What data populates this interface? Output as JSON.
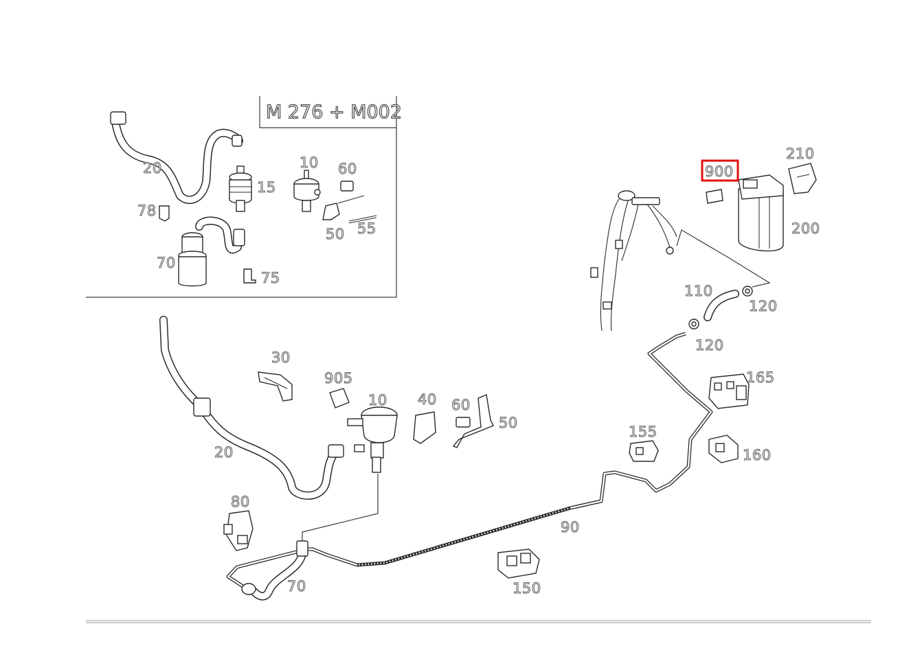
{
  "inset": {
    "title": "M 276 + M002",
    "callouts": {
      "c20": "20",
      "c15": "15",
      "c10": "10",
      "c60": "60",
      "c78": "78",
      "c50": "50",
      "c55": "55",
      "c70": "70",
      "c75": "75"
    }
  },
  "main": {
    "callouts": {
      "c900": "900",
      "c210": "210",
      "c200": "200",
      "c110": "110",
      "c120a": "120",
      "c120b": "120",
      "c165": "165",
      "c30": "30",
      "c905": "905",
      "c10": "10",
      "c40": "40",
      "c60": "60",
      "c50": "50",
      "c155": "155",
      "c160": "160",
      "c20": "20",
      "c80": "80",
      "c90": "90",
      "c70": "70",
      "c150": "150"
    }
  },
  "highlight": {
    "label": "900",
    "color": "#e01010"
  }
}
